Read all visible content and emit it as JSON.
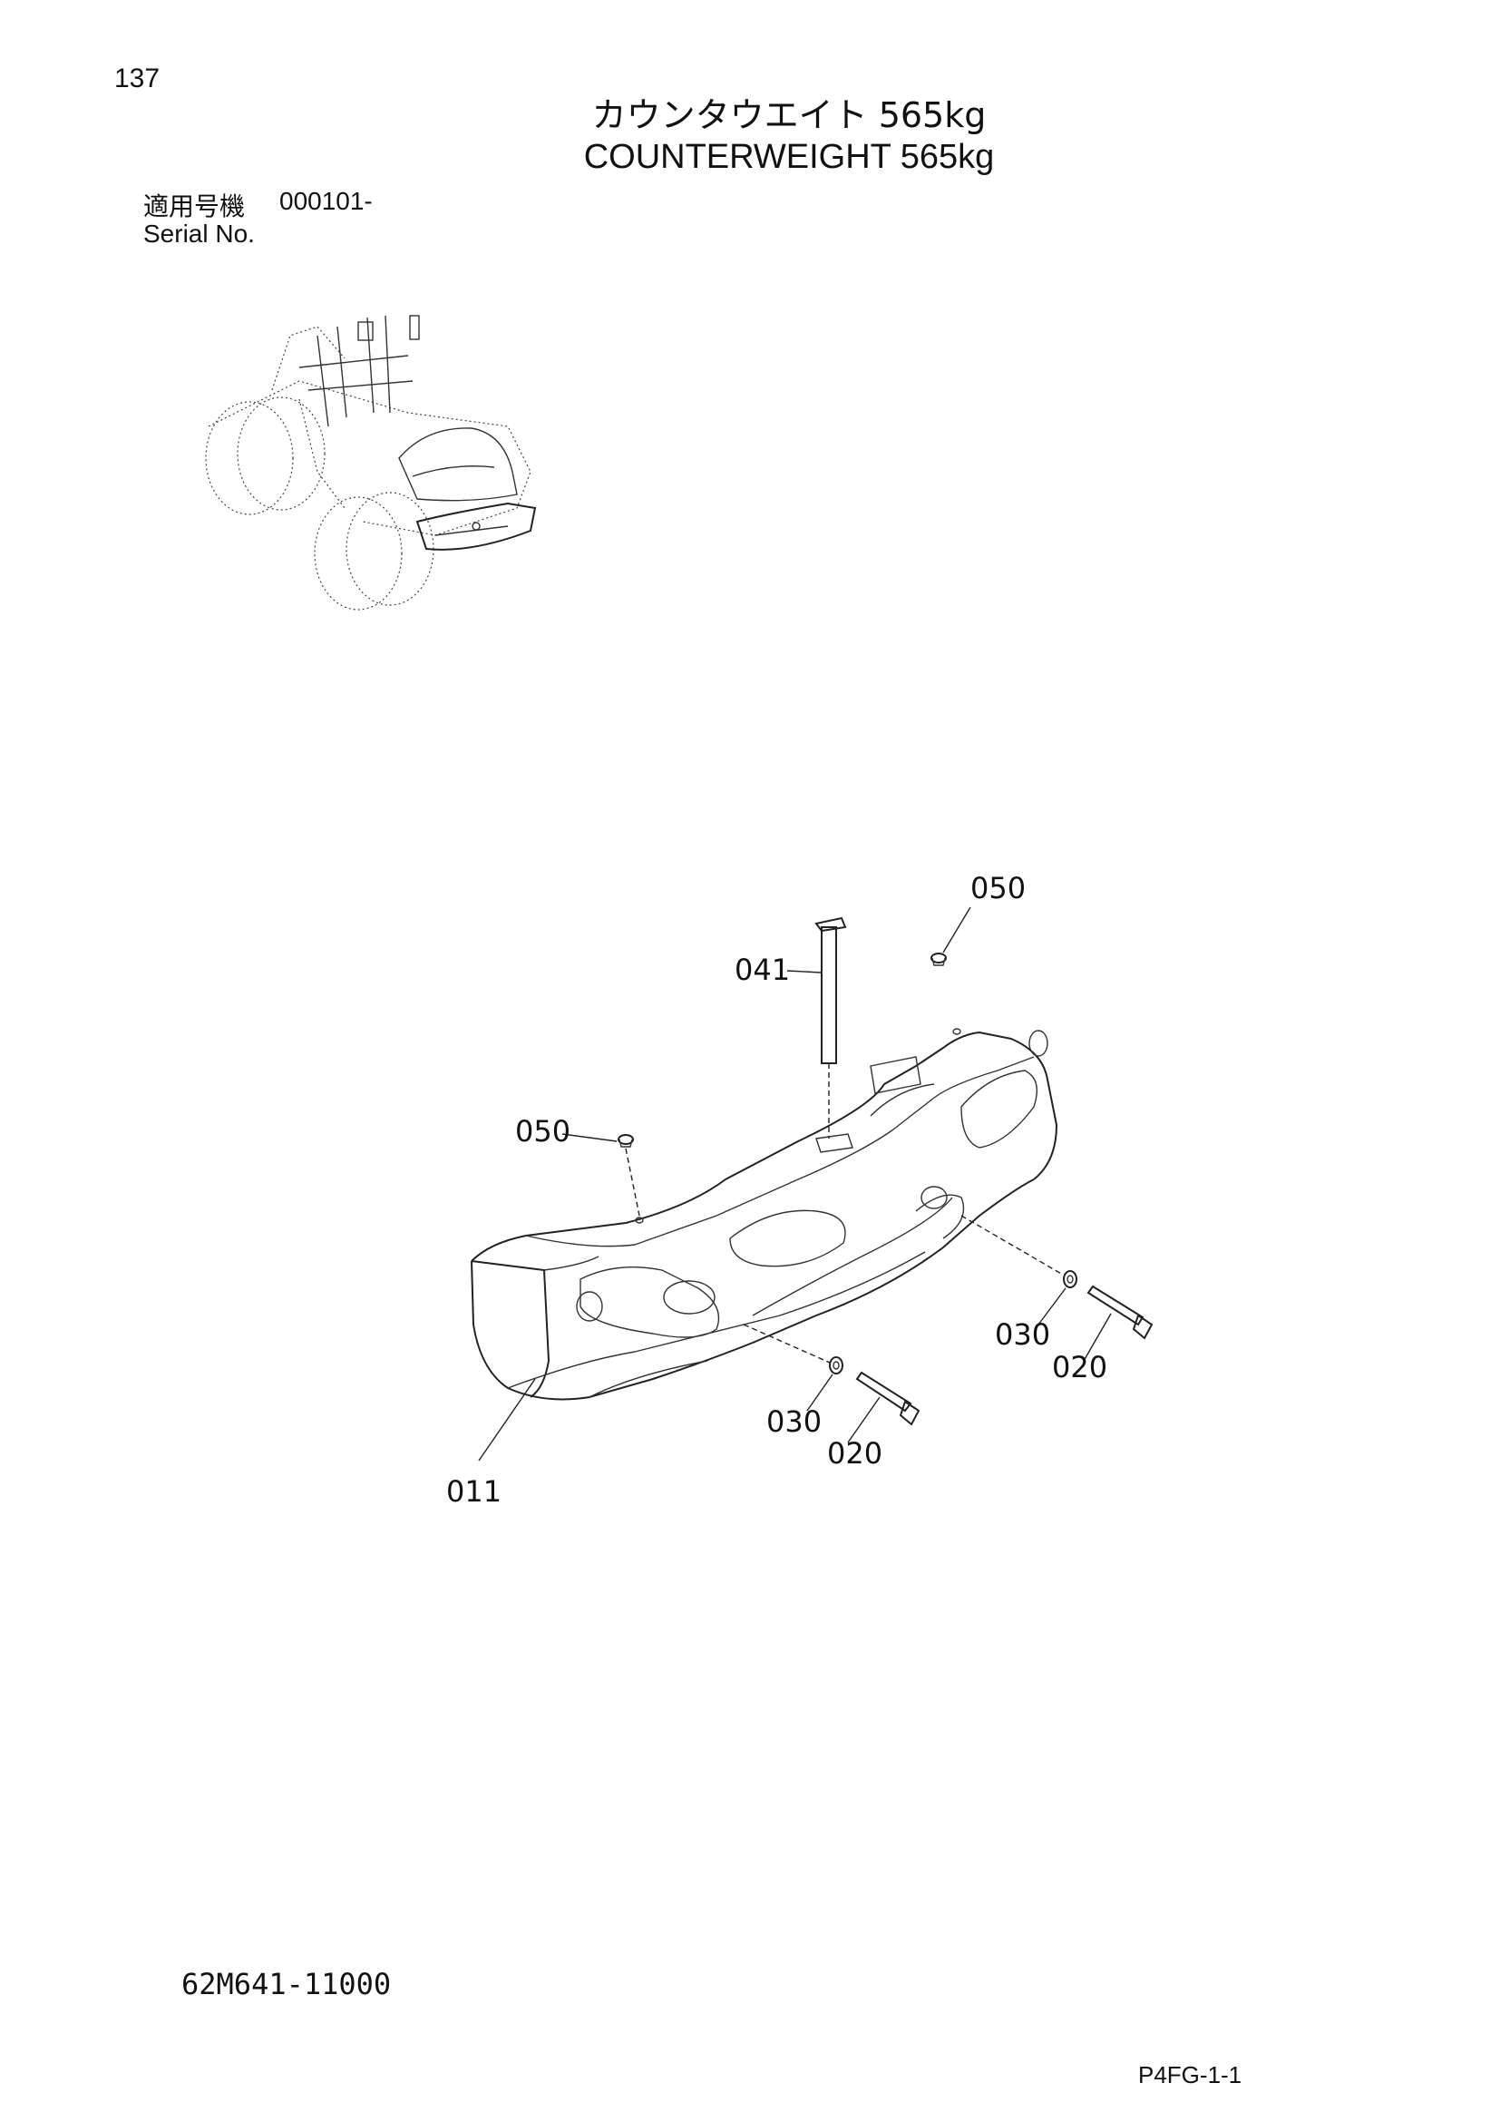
{
  "header": {
    "page_number": "137",
    "title_jp": "カウンタウエイト 565kg",
    "title_en": "COUNTERWEIGHT 565kg"
  },
  "serial": {
    "label_jp": "適用号機",
    "range": "000101-",
    "label_en": "Serial No."
  },
  "callouts": {
    "c050_top": "050",
    "c041": "041",
    "c050_left": "050",
    "c030_right": "030",
    "c020_right": "020",
    "c030_bottom": "030",
    "c020_bottom": "020",
    "c011": "011"
  },
  "footer": {
    "drawing_code": "62M641-11000",
    "page_code": "P4FG-1-1"
  }
}
